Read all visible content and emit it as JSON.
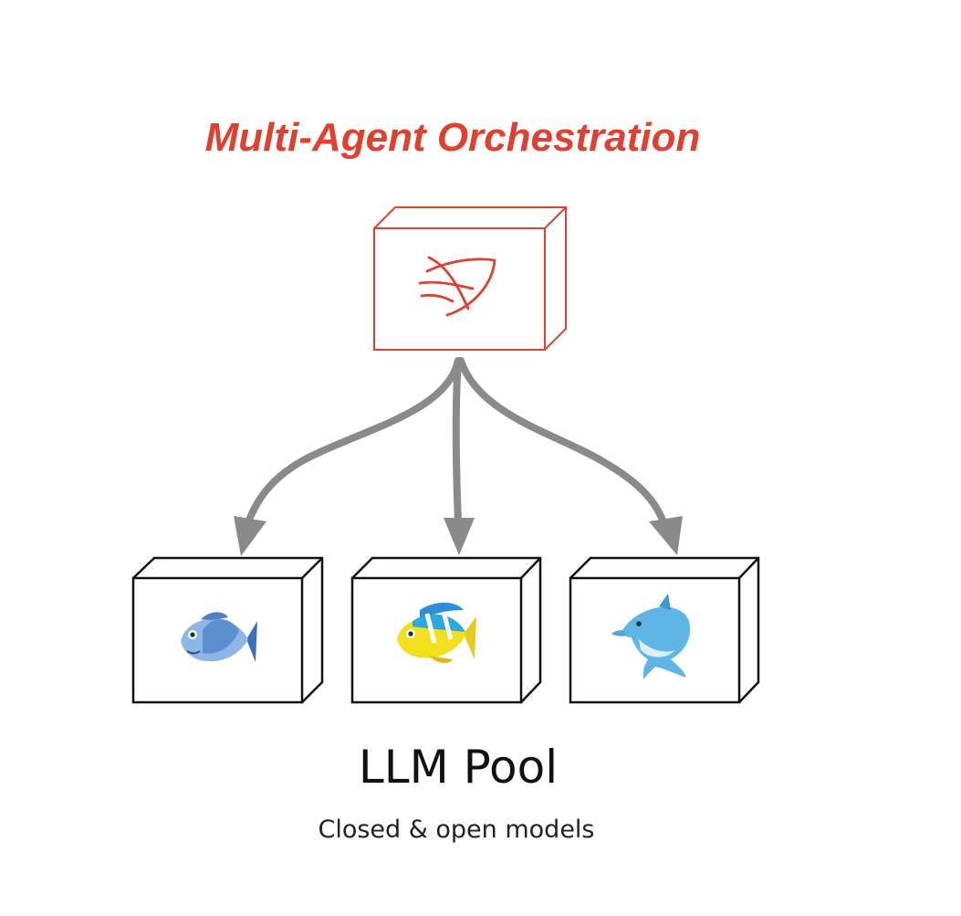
{
  "title": "Multi-Agent Orchestration",
  "orchestrator": {
    "icon": "orchestrator-logo-icon"
  },
  "pool": {
    "title": "LLM Pool",
    "subtitle": "Closed & open models",
    "models": [
      {
        "icon": "fish-icon"
      },
      {
        "icon": "tropical-fish-icon"
      },
      {
        "icon": "dolphin-icon"
      }
    ]
  },
  "colors": {
    "accent": "#e0402f",
    "arrow": "#8a8a8a",
    "box_stroke": "#111111"
  }
}
